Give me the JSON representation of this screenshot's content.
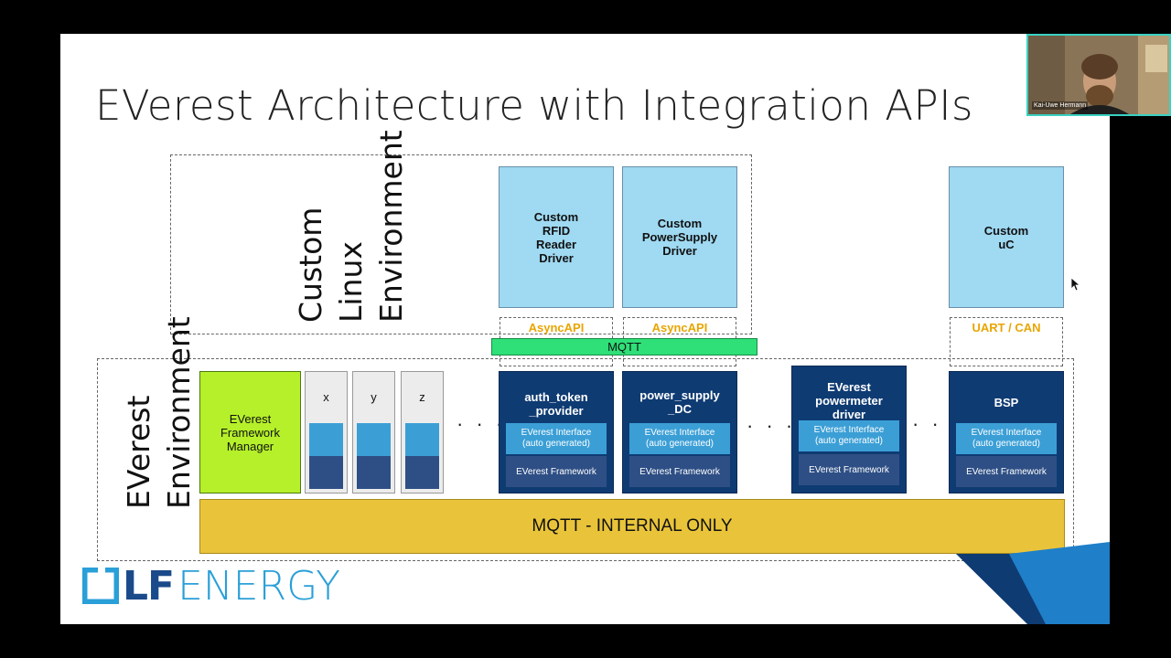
{
  "slide": {
    "title": "EVerest Architecture with Integration APIs",
    "custom_linux_label": "Custom\nLinux\nEnvironment",
    "everest_env_label": "EVerest\nEnvironment"
  },
  "custom_boxes": [
    {
      "label": "Custom\nRFID\nReader\nDriver"
    },
    {
      "label": "Custom\nPowerSupply\nDriver"
    },
    {
      "label": "Custom\nuC"
    }
  ],
  "api_labels": [
    "AsyncAPI",
    "AsyncAPI",
    "UART / CAN"
  ],
  "mqtt_external": "MQTT",
  "framework_manager": "EVerest\nFramework\nManager",
  "mini_modules": [
    "x",
    "y",
    "z"
  ],
  "modules": [
    {
      "title": "auth_token\n_provider",
      "interface": "EVerest Interface\n(auto generated)",
      "framework": "EVerest Framework"
    },
    {
      "title": "power_supply\n_DC",
      "interface": "EVerest Interface\n(auto generated)",
      "framework": "EVerest Framework"
    },
    {
      "title": "EVerest\npowermeter\ndriver",
      "interface": "EVerest Interface\n(auto generated)",
      "framework": "EVerest Framework"
    },
    {
      "title": "BSP",
      "interface": "EVerest Interface\n(auto generated)",
      "framework": "EVerest Framework"
    }
  ],
  "ellipsis": "· · ·",
  "mqtt_internal": "MQTT - INTERNAL ONLY",
  "logo": {
    "lf": "LF",
    "energy": "ENERGY"
  },
  "webcam": {
    "name": "Kai-Uwe Hermann"
  },
  "colors": {
    "light_blue": "#9fd9f2",
    "navy": "#0f3b73",
    "lime": "#b5f02a",
    "yellow": "#e9c43a",
    "green": "#2ee077",
    "api_orange": "#e8a500",
    "logo_blue": "#2a9fd8"
  },
  "icons": [
    "mouse-cursor-icon",
    "lf-energy-logo-icon"
  ]
}
